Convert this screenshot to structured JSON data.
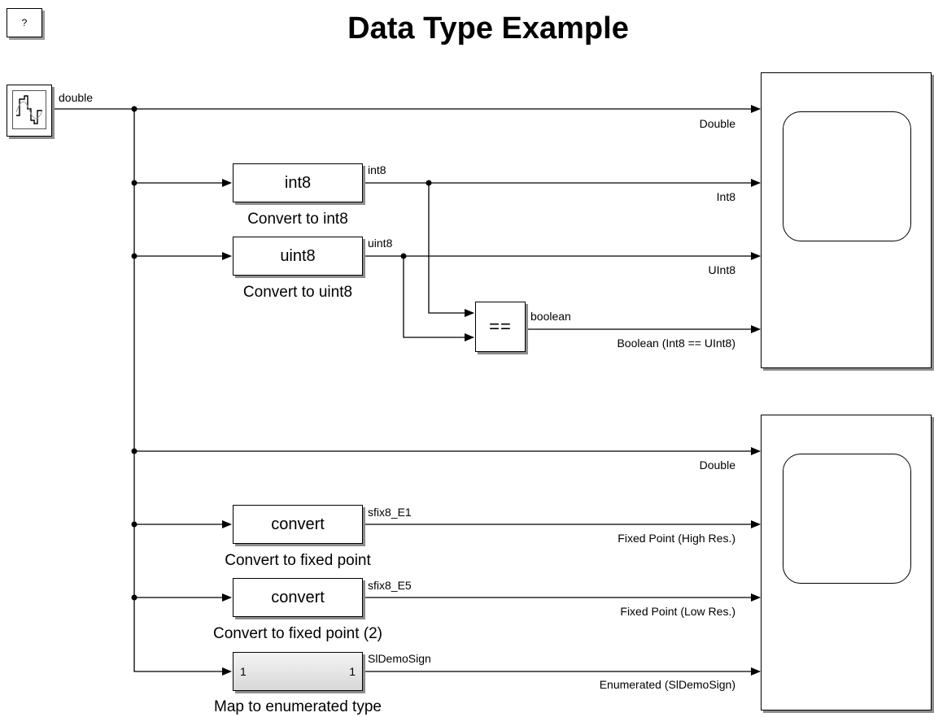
{
  "title": "Data Type Example",
  "help": {
    "label": "?",
    "icon": "help-icon"
  },
  "source": {
    "icon": "signal-source-icon",
    "output_label": "double"
  },
  "blocks": [
    {
      "id": "int8",
      "text": "int8",
      "caption": "Convert to int8",
      "signal": "int8"
    },
    {
      "id": "uint8",
      "text": "uint8",
      "caption": "Convert to uint8",
      "signal": "uint8"
    },
    {
      "id": "compare",
      "text": "==",
      "caption": "",
      "signal": "boolean"
    },
    {
      "id": "fix1",
      "text": "convert",
      "caption": "Convert to fixed point",
      "signal": "sfix8_E1"
    },
    {
      "id": "fix2",
      "text": "convert",
      "caption": "Convert to fixed point (2)",
      "signal": "sfix8_E5"
    },
    {
      "id": "enum",
      "in_port": "1",
      "out_port": "1",
      "caption": "Map to enumerated type",
      "signal": "SlDemoSign"
    }
  ],
  "scope1_inputs": [
    "Double",
    "Int8",
    "UInt8",
    "Boolean (Int8 == UInt8)"
  ],
  "scope2_inputs": [
    "Double",
    "Fixed Point (High Res.)",
    "Fixed Point (Low Res.)",
    "Enumerated (SlDemoSign)"
  ]
}
